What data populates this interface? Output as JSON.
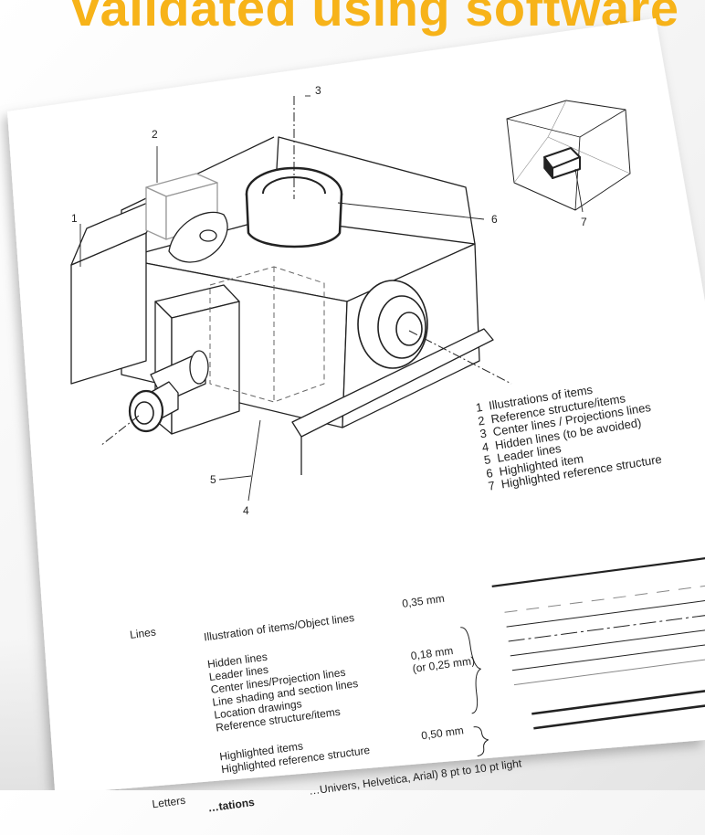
{
  "banner": {
    "text": "validated using software"
  },
  "callouts": [
    "1",
    "2",
    "3",
    "4",
    "5",
    "6",
    "7"
  ],
  "legend": {
    "items": [
      {
        "num": "1",
        "label": "Illustrations of items"
      },
      {
        "num": "2",
        "label": "Reference structure/items"
      },
      {
        "num": "3",
        "label": "Center lines / Projections lines"
      },
      {
        "num": "4",
        "label": "Hidden lines (to be avoided)"
      },
      {
        "num": "5",
        "label": "Leader lines"
      },
      {
        "num": "6",
        "label": "Highlighted item"
      },
      {
        "num": "7",
        "label": "Highlighted reference structure"
      }
    ]
  },
  "lines_table": {
    "heading": "Lines",
    "object_lines": {
      "label": "Illustration of items/Object lines",
      "width": "0,35 mm"
    },
    "group_thin": {
      "labels": [
        "Hidden lines",
        "Leader lines",
        "Center lines/Projection lines",
        "Line shading and section lines",
        "Location drawings",
        "Reference structure/items"
      ],
      "width": "0,18 mm",
      "alt_width": "(or 0,25 mm)"
    },
    "group_thick": {
      "labels": [
        "Highlighted items",
        "Highlighted reference structure"
      ],
      "width": "0,50 mm"
    }
  },
  "letters": {
    "heading": "Letters",
    "label": "…tations",
    "font_spec": "…Univers, Helvetica, Arial) 8 pt to 10 pt light"
  },
  "colors": {
    "banner": "#f7b319",
    "ink": "#222222",
    "sheet": "#ffffff"
  }
}
